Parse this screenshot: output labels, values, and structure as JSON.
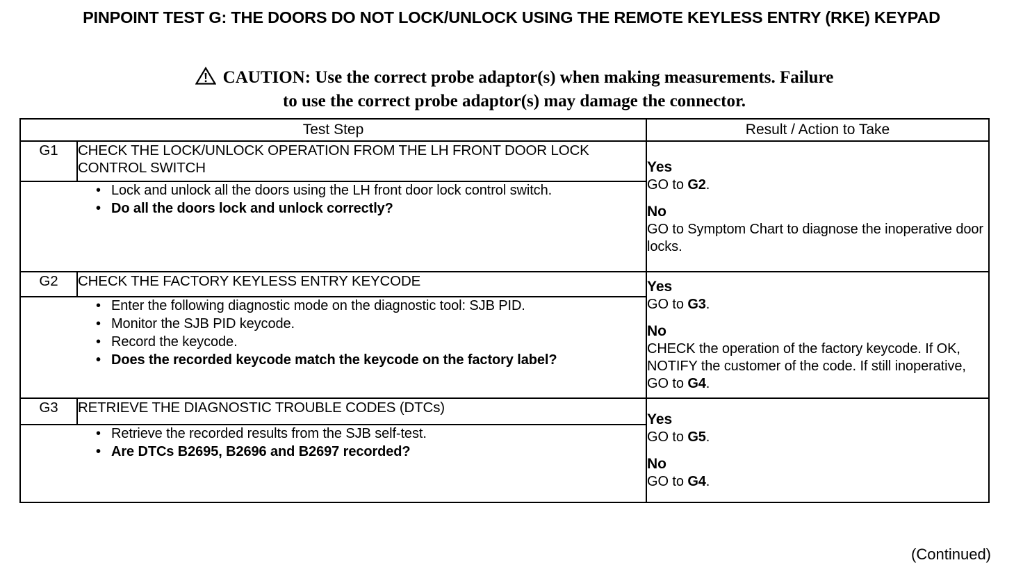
{
  "document": {
    "title": "PINPOINT TEST G: THE DOORS DO NOT LOCK/UNLOCK USING THE REMOTE KEYLESS ENTRY (RKE) KEYPAD",
    "continued_note": "(Continued)"
  },
  "caution": {
    "icon": "warning-triangle-icon",
    "line1": "CAUTION: Use the correct probe adaptor(s) when making measurements. Failure",
    "line2": "to use the correct probe adaptor(s) may damage the connector."
  },
  "table": {
    "headers": {
      "test_step": "Test Step",
      "result_action": "Result / Action to Take"
    },
    "rows": [
      {
        "id": "G1",
        "heading": "CHECK THE LOCK/UNLOCK OPERATION FROM THE LH FRONT DOOR LOCK CONTROL SWITCH",
        "bullets": [
          {
            "text": "Lock and unlock all the doors using the LH front door lock control switch.",
            "bold": false
          },
          {
            "text": "Do all the doors lock and unlock correctly?",
            "bold": true
          }
        ],
        "result": {
          "yes_label": "Yes",
          "yes_action_pre": "GO to ",
          "yes_action_bold": "G2",
          "yes_action_post": ".",
          "no_label": "No",
          "no_action_pre": "GO to Symptom Chart to diagnose the inoperative door locks.",
          "no_action_bold": "",
          "no_action_post": ""
        }
      },
      {
        "id": "G2",
        "heading": "CHECK THE FACTORY KEYLESS ENTRY KEYCODE",
        "bullets": [
          {
            "text": "Enter the following diagnostic mode on the diagnostic tool: SJB PID.",
            "bold": false
          },
          {
            "text": "Monitor the SJB PID keycode.",
            "bold": false
          },
          {
            "text": "Record the keycode.",
            "bold": false
          },
          {
            "text": "Does the recorded keycode match the keycode on the factory label?",
            "bold": true
          }
        ],
        "result": {
          "yes_label": "Yes",
          "yes_action_pre": "GO to ",
          "yes_action_bold": "G3",
          "yes_action_post": ".",
          "no_label": "No",
          "no_action_pre": "CHECK the operation of the factory keycode. If OK, NOTIFY the customer of the code. If still inoperative, GO to ",
          "no_action_bold": "G4",
          "no_action_post": "."
        }
      },
      {
        "id": "G3",
        "heading": "RETRIEVE THE DIAGNOSTIC TROUBLE CODES (DTCs)",
        "bullets": [
          {
            "text": "Retrieve the recorded results from the SJB self-test.",
            "bold": false
          },
          {
            "text": "Are DTCs B2695, B2696 and B2697 recorded?",
            "bold": true
          }
        ],
        "result": {
          "yes_label": "Yes",
          "yes_action_pre": "GO to ",
          "yes_action_bold": "G5",
          "yes_action_post": ".",
          "no_label": "No",
          "no_action_pre": "GO to ",
          "no_action_bold": "G4",
          "no_action_post": "."
        }
      }
    ],
    "bullet_glyph": "•"
  },
  "colors": {
    "ink": "#000000",
    "paper": "#ffffff"
  }
}
